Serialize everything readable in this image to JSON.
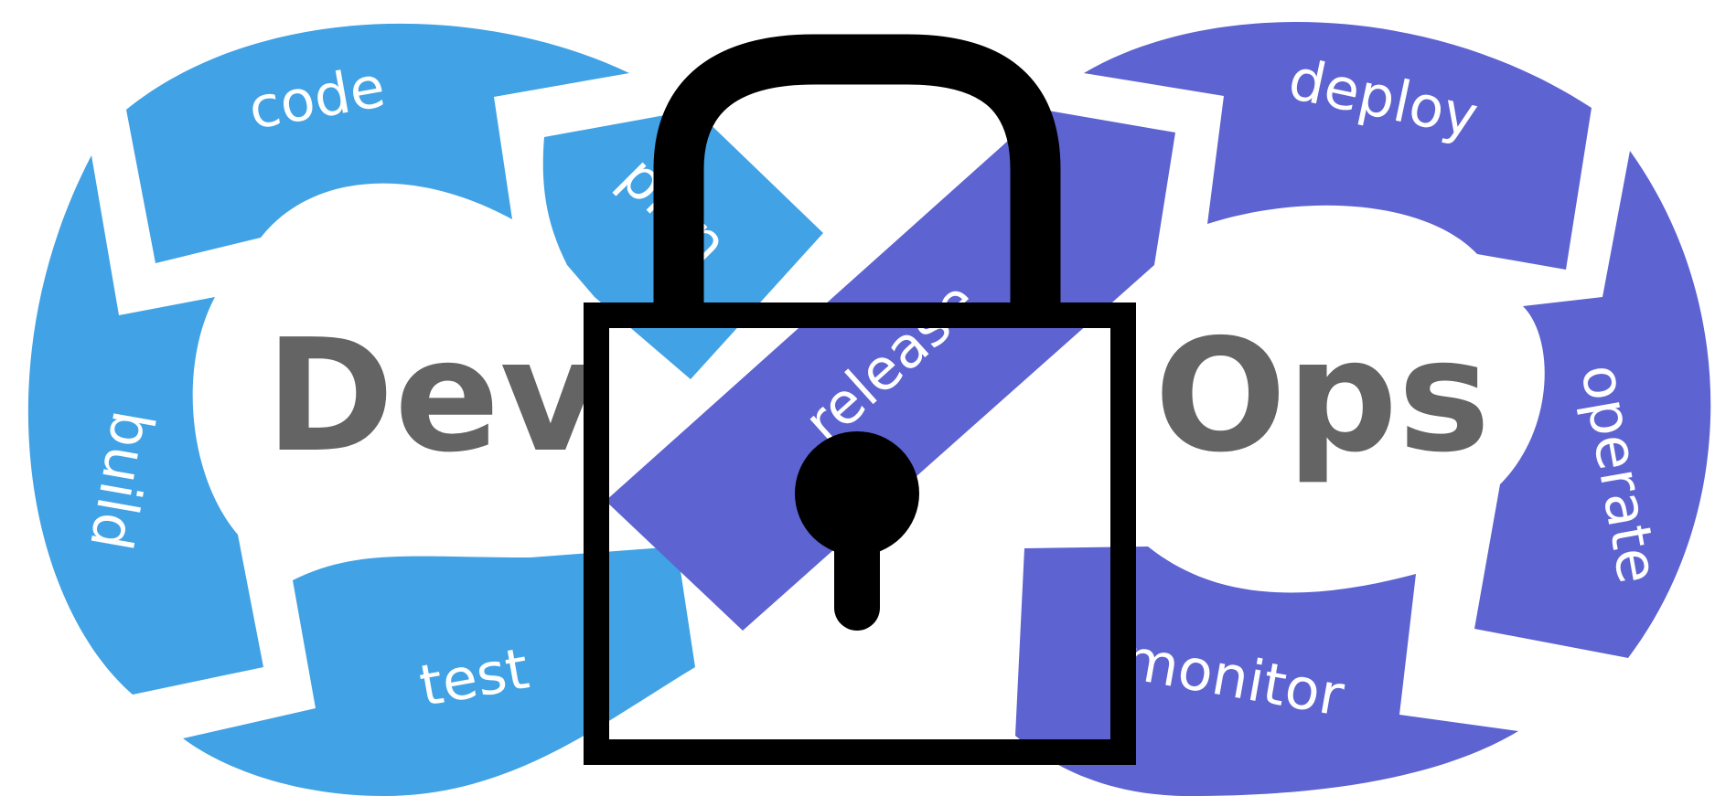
{
  "titles": {
    "dev": "Dev",
    "ops": "Ops"
  },
  "stages": {
    "plan": "plan",
    "code": "code",
    "build": "build",
    "test": "test",
    "release": "release",
    "deploy": "deploy",
    "operate": "operate",
    "monitor": "monitor"
  },
  "colors": {
    "dev_blue": "#41A2E5",
    "ops_purple": "#5D63D1",
    "title_gray": "#646464",
    "lock_black": "#000000",
    "background": "#FFFFFF"
  },
  "icons": {
    "overlay": "padlock-icon"
  }
}
